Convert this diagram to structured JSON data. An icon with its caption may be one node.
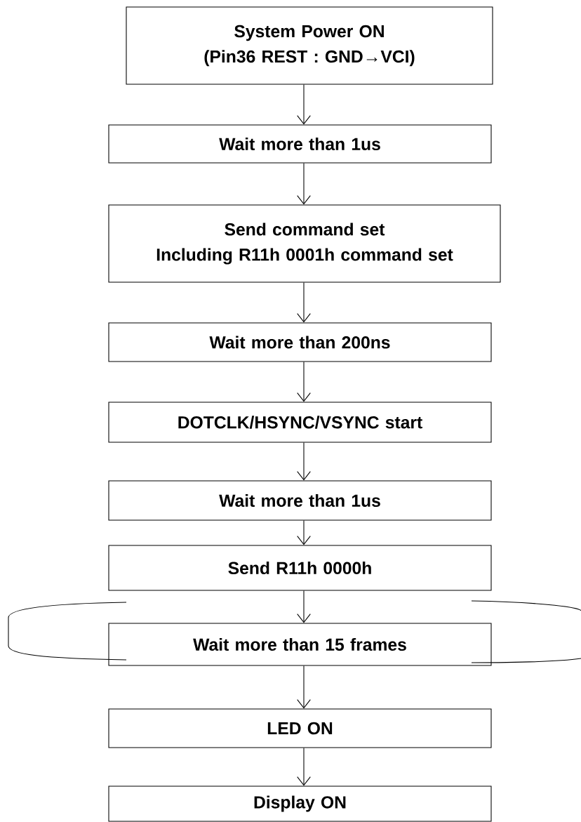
{
  "diagram": {
    "nodes": [
      {
        "text": [
          "System Power ON",
          "(Pin36 REST : GND→VCI)"
        ]
      },
      {
        "text": [
          "Wait more than 1us"
        ]
      },
      {
        "text": [
          "Send command set",
          "Including R11h 0001h command set"
        ]
      },
      {
        "text": [
          "Wait more than 200ns"
        ]
      },
      {
        "text": [
          "DOTCLK/HSYNC/VSYNC start"
        ]
      },
      {
        "text": [
          "Wait more than 1us"
        ]
      },
      {
        "text": [
          "Send R11h 0000h"
        ]
      },
      {
        "text": [
          "Wait more than 15 frames"
        ]
      },
      {
        "text": [
          "LED ON"
        ]
      },
      {
        "text": [
          "Display ON"
        ]
      }
    ],
    "edges": [
      {
        "from": 0,
        "to": 1,
        "arrow": "to"
      },
      {
        "from": 1,
        "to": 2,
        "arrow": "to"
      },
      {
        "from": 2,
        "to": 3,
        "arrow": "to"
      },
      {
        "from": 3,
        "to": 4,
        "arrow": "to"
      },
      {
        "from": 4,
        "to": 5,
        "arrow": "to"
      },
      {
        "from": 5,
        "to": 6,
        "arrow": "to"
      },
      {
        "from": 6,
        "to": 7,
        "arrow": "to"
      },
      {
        "from": 7,
        "to": 8,
        "arrow": "to"
      },
      {
        "from": 8,
        "to": 9,
        "arrow": "to"
      }
    ]
  }
}
